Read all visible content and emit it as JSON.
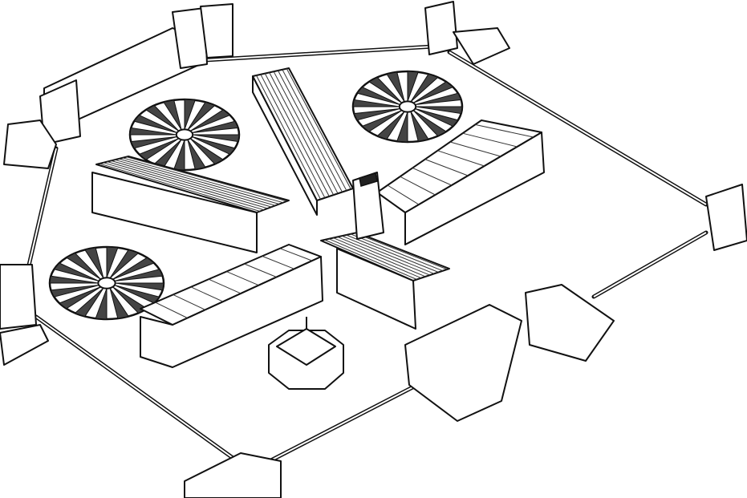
{
  "drawing": {
    "ink_color": "#111111",
    "paper_color": "#ffffff",
    "exercise_yards": [
      {
        "id": "yard-northwest",
        "spokes": 16
      },
      {
        "id": "yard-northeast",
        "spokes": 16
      },
      {
        "id": "yard-west",
        "spokes": 16
      }
    ]
  }
}
